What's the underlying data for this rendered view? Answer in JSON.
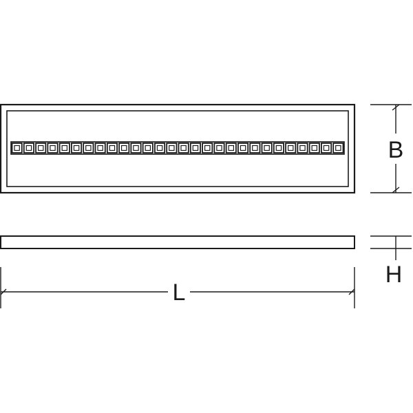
{
  "dimensions": {
    "width_label": "B",
    "height_label": "H",
    "length_label": "L"
  },
  "led_strip": {
    "led_count": 28
  },
  "colors": {
    "line": "#1a1a1a",
    "background": "#ffffff"
  }
}
